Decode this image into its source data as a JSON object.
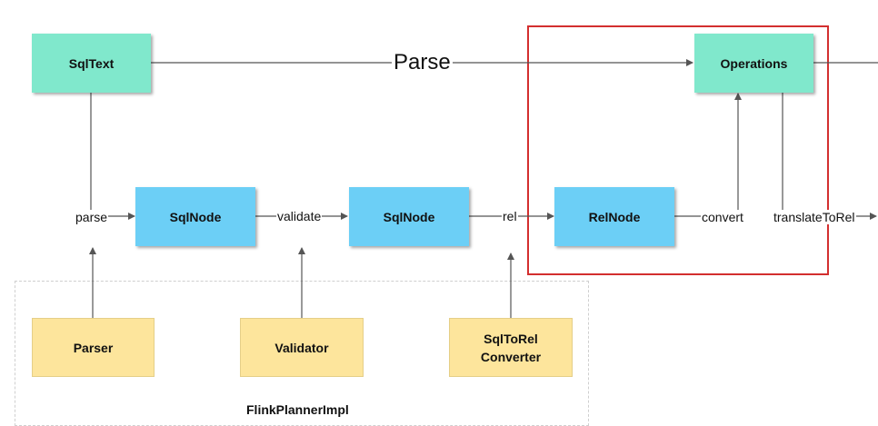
{
  "diagram": {
    "nodes": {
      "sqltext": "SqlText",
      "operations": "Operations",
      "sqlnode_1": "SqlNode",
      "sqlnode_2": "SqlNode",
      "relnode": "RelNode",
      "parser": "Parser",
      "validator": "Validator",
      "sqltorel": "SqlToRel\nConverter"
    },
    "edges": {
      "parse_top": "Parse",
      "parse": "parse",
      "validate": "validate",
      "rel": "rel",
      "convert": "convert",
      "translate_to_rel": "translateToRel"
    },
    "container_label": "FlinkPlannerImpl",
    "colors": {
      "green": "#80e8cc",
      "blue": "#6ccff6",
      "yellow": "#fde59c",
      "highlight": "#d32f2f",
      "line": "#555555"
    }
  }
}
